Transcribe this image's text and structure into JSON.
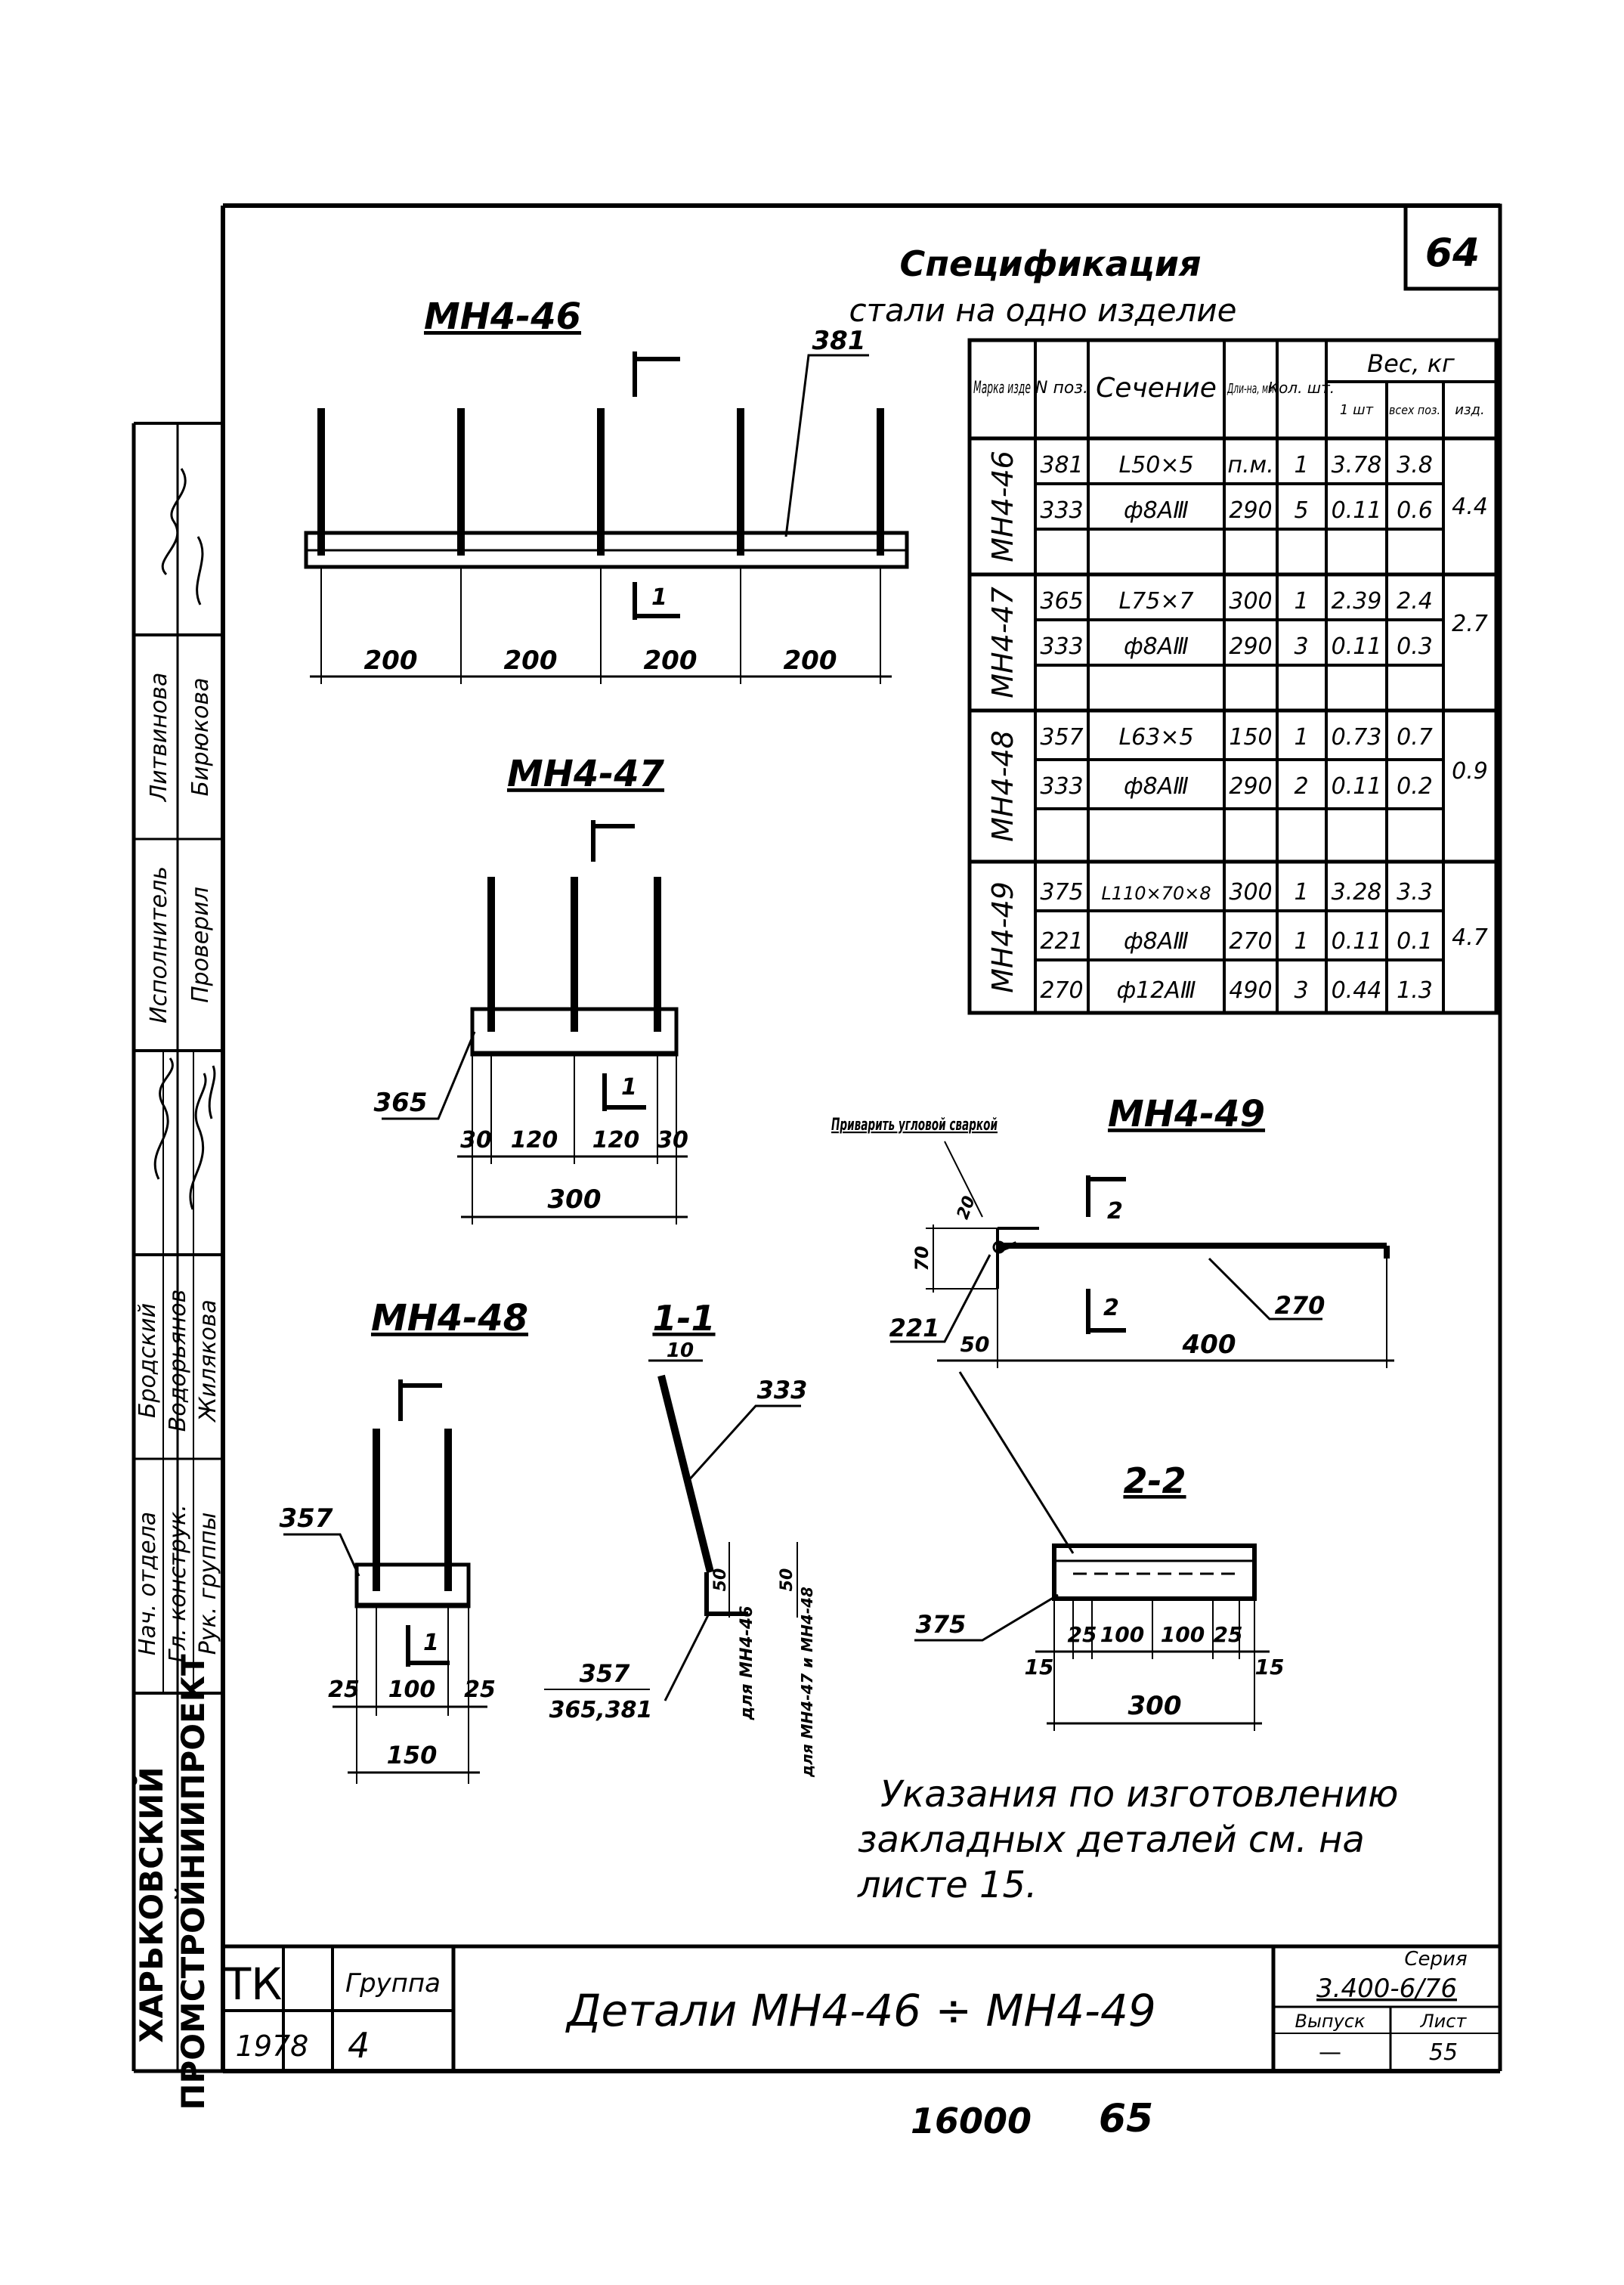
{
  "sheet": {
    "page_number": "64",
    "footer_number": "16000",
    "footer_page": "65"
  },
  "spec": {
    "title": "Спецификация",
    "subtitle": "стали на одно изделие",
    "headers": {
      "mark": "Марка изде",
      "pos": "N поз.",
      "section": "Сечение",
      "length": "Дли-на, мм",
      "qty": "Кол. шт.",
      "weight": "Вес, кг",
      "w_unit": "1 шт",
      "w_all": "всех поз.",
      "w_total": "изд."
    },
    "groups": [
      {
        "mark": "МН4-46",
        "total": "4.4",
        "rows": [
          {
            "pos": "381",
            "section": "L50×5",
            "length": "п.м.",
            "qty": "1",
            "w1": "3.78",
            "wa": "3.8"
          },
          {
            "pos": "333",
            "section": "ф8АⅢ",
            "length": "290",
            "qty": "5",
            "w1": "0.11",
            "wa": "0.6"
          },
          {
            "pos": "",
            "section": "",
            "length": "",
            "qty": "",
            "w1": "",
            "wa": ""
          }
        ]
      },
      {
        "mark": "МН4-47",
        "total": "2.7",
        "rows": [
          {
            "pos": "365",
            "section": "L75×7",
            "length": "300",
            "qty": "1",
            "w1": "2.39",
            "wa": "2.4"
          },
          {
            "pos": "333",
            "section": "ф8АⅢ",
            "length": "290",
            "qty": "3",
            "w1": "0.11",
            "wa": "0.3"
          },
          {
            "pos": "",
            "section": "",
            "length": "",
            "qty": "",
            "w1": "",
            "wa": ""
          }
        ]
      },
      {
        "mark": "МН4-48",
        "total": "0.9",
        "rows": [
          {
            "pos": "357",
            "section": "L63×5",
            "length": "150",
            "qty": "1",
            "w1": "0.73",
            "wa": "0.7"
          },
          {
            "pos": "333",
            "section": "ф8АⅢ",
            "length": "290",
            "qty": "2",
            "w1": "0.11",
            "wa": "0.2"
          },
          {
            "pos": "",
            "section": "",
            "length": "",
            "qty": "",
            "w1": "",
            "wa": ""
          }
        ]
      },
      {
        "mark": "МН4-49",
        "total": "4.7",
        "rows": [
          {
            "pos": "375",
            "section": "L110×70×8",
            "length": "300",
            "qty": "1",
            "w1": "3.28",
            "wa": "3.3"
          },
          {
            "pos": "221",
            "section": "ф8АⅢ",
            "length": "270",
            "qty": "1",
            "w1": "0.11",
            "wa": "0.1"
          },
          {
            "pos": "270",
            "section": "ф12АⅢ",
            "length": "490",
            "qty": "3",
            "w1": "0.44",
            "wa": "1.3"
          }
        ]
      }
    ]
  },
  "drawings": {
    "mn46": {
      "title": "МН4-46",
      "pos": "381",
      "dim": "200",
      "sec": "1"
    },
    "mn47": {
      "title": "МН4-47",
      "pos": "365",
      "d30": "30",
      "d120": "120",
      "total": "300",
      "sec": "1"
    },
    "mn48": {
      "title": "МН4-48",
      "pos": "357",
      "d25": "25",
      "d100": "100",
      "total": "150",
      "sec": "1"
    },
    "s11": {
      "title": "1-1",
      "pos_bar": "333",
      "pos_angle": "357",
      "pos_angle2": "365,381",
      "d10": "10",
      "d50": "50",
      "note46": "для МН4-46",
      "note4748": "для МН4-47 и МН4-48"
    },
    "mn49": {
      "title": "МН4-49",
      "weld_note": "Приварить угловой сваркой",
      "pos_bar": "270",
      "pos_small": "221",
      "d50": "50",
      "d400": "400",
      "d20": "20",
      "d70": "70",
      "sec": "2"
    },
    "s22": {
      "title": "2-2",
      "pos": "375",
      "d15": "15",
      "d25": "25",
      "d100": "100",
      "total": "300"
    }
  },
  "notes": {
    "line1": "Указания по изготовлению",
    "line2": "закладных деталей см. на",
    "line3": "листе 15."
  },
  "stamp": {
    "org1": "ХАРЬКОВСКИЙ",
    "org2": "ПРОМСТРОЙНИИПРОЕКТ",
    "roles": [
      {
        "role": "Нач. отдела",
        "name": "Бродский"
      },
      {
        "role": "Гл. конструк.",
        "name": "Водорьянов"
      },
      {
        "role": "Рук. группы",
        "name": "Жилякова"
      },
      {
        "role": "Исполнитель",
        "name": "Литвинова"
      },
      {
        "role": "Проверил",
        "name": "Бирюкова"
      }
    ],
    "tk": "ТК",
    "year": "1978",
    "group_label": "Группа",
    "group_value": "4",
    "title": "Детали МН4-46 ÷ МН4-49",
    "series_label": "Серия",
    "series_value": "3.400-6/76",
    "issue_label": "Выпуск",
    "issue_value": "—",
    "sheet_label": "Лист",
    "sheet_value": "55"
  }
}
